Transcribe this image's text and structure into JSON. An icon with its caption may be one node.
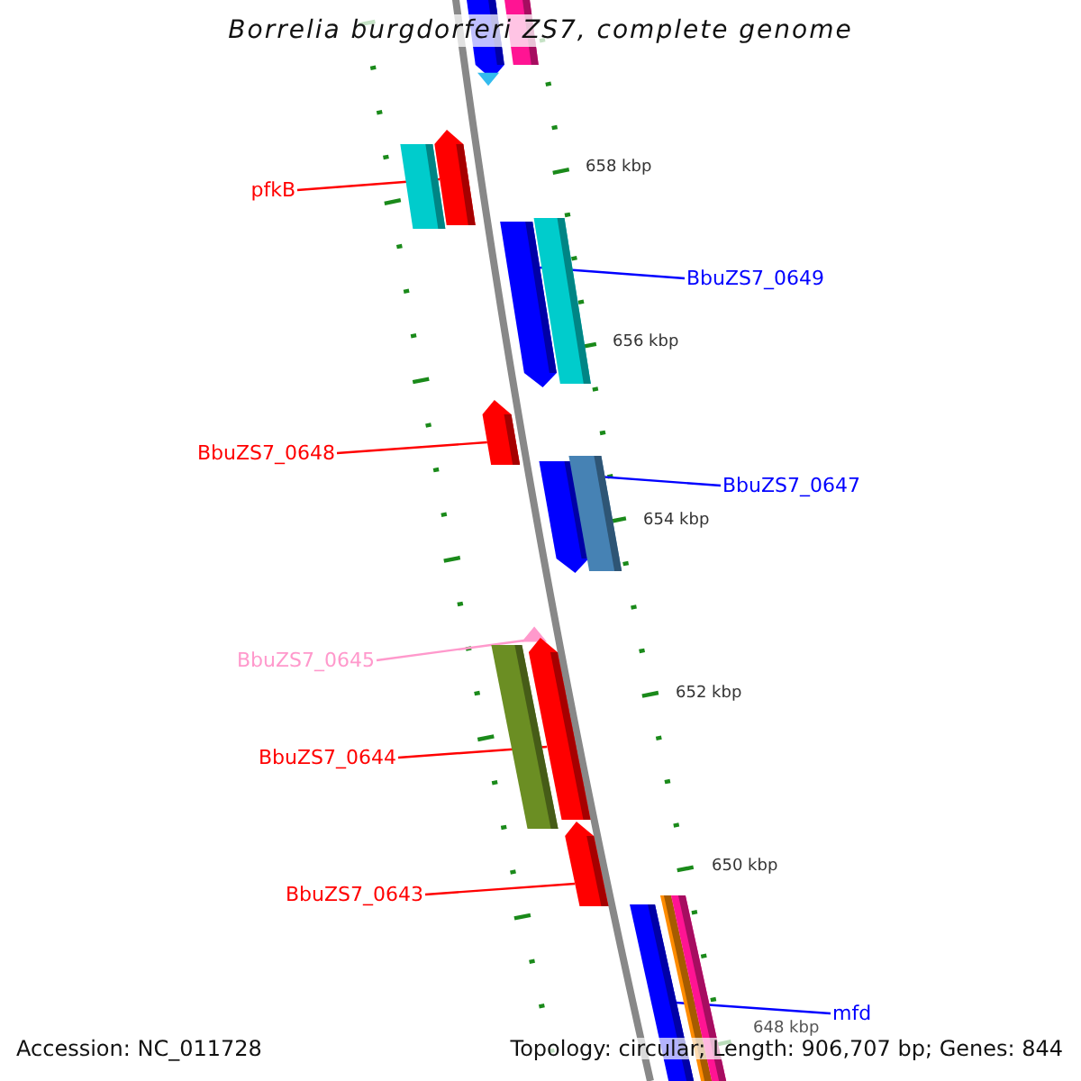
{
  "diagram": {
    "title": "Borrelia burgdorferi ZS7, complete genome",
    "nodes": [
      {
        "text": [
          "pfkB"
        ]
      },
      {
        "text": [],
        "shape": "bar"
      },
      {
        "text": [
          "BbuZS7_0649"
        ]
      },
      {
        "text": [],
        "shape": "bar"
      },
      {
        "text": [
          "BbuZS7_0648"
        ]
      },
      {
        "text": [],
        "shape": "bar"
      },
      {
        "text": [
          "BbuZS7_0647"
        ]
      },
      {
        "text": [],
        "shape": "bar"
      },
      {
        "text": [
          "BbuZS7_0645"
        ]
      },
      {
        "text": [],
        "shape": "triangle"
      },
      {
        "text": [
          "BbuZS7_0644"
        ]
      },
      {
        "text": [],
        "shape": "bar"
      },
      {
        "text": [
          "BbuZS7_0643"
        ]
      },
      {
        "text": [],
        "shape": "bar"
      },
      {
        "text": [
          "mfd"
        ]
      },
      {
        "text": [],
        "shape": "bar"
      },
      {
        "text": [],
        "shape": "bar"
      },
      {
        "text": [],
        "shape": "bar"
      },
      {
        "text": [],
        "shape": "triangle"
      },
      {
        "text": [],
        "shape": "bar"
      },
      {
        "text": [],
        "shape": "bar"
      },
      {
        "text": [],
        "shape": "bar"
      },
      {
        "text": [],
        "shape": "bar"
      },
      {
        "text": [],
        "shape": "bar"
      },
      {
        "text": [],
        "shape": "bar"
      }
    ],
    "edges": [
      {
        "from": 0,
        "to": 1,
        "arrow": "none"
      },
      {
        "from": 2,
        "to": 3,
        "arrow": "none",
        "color": "#0000ff"
      },
      {
        "from": 4,
        "to": 5,
        "arrow": "none"
      },
      {
        "from": 6,
        "to": 7,
        "arrow": "none",
        "color": "#0000ff"
      },
      {
        "from": 8,
        "to": 9,
        "arrow": "none",
        "color": "#ff99cc"
      },
      {
        "from": 10,
        "to": 11,
        "arrow": "none"
      },
      {
        "from": 12,
        "to": 13,
        "arrow": "none"
      },
      {
        "from": 14,
        "to": 15,
        "arrow": "none",
        "color": "#0000ff"
      }
    ],
    "labels": [
      "658 kbp",
      "656 kbp",
      "654 kbp",
      "652 kbp",
      "650 kbp",
      "648 kbp",
      "Accession: NC_011728",
      "Topology: circular; Length: 906,707 bp; Genes: 844"
    ]
  }
}
